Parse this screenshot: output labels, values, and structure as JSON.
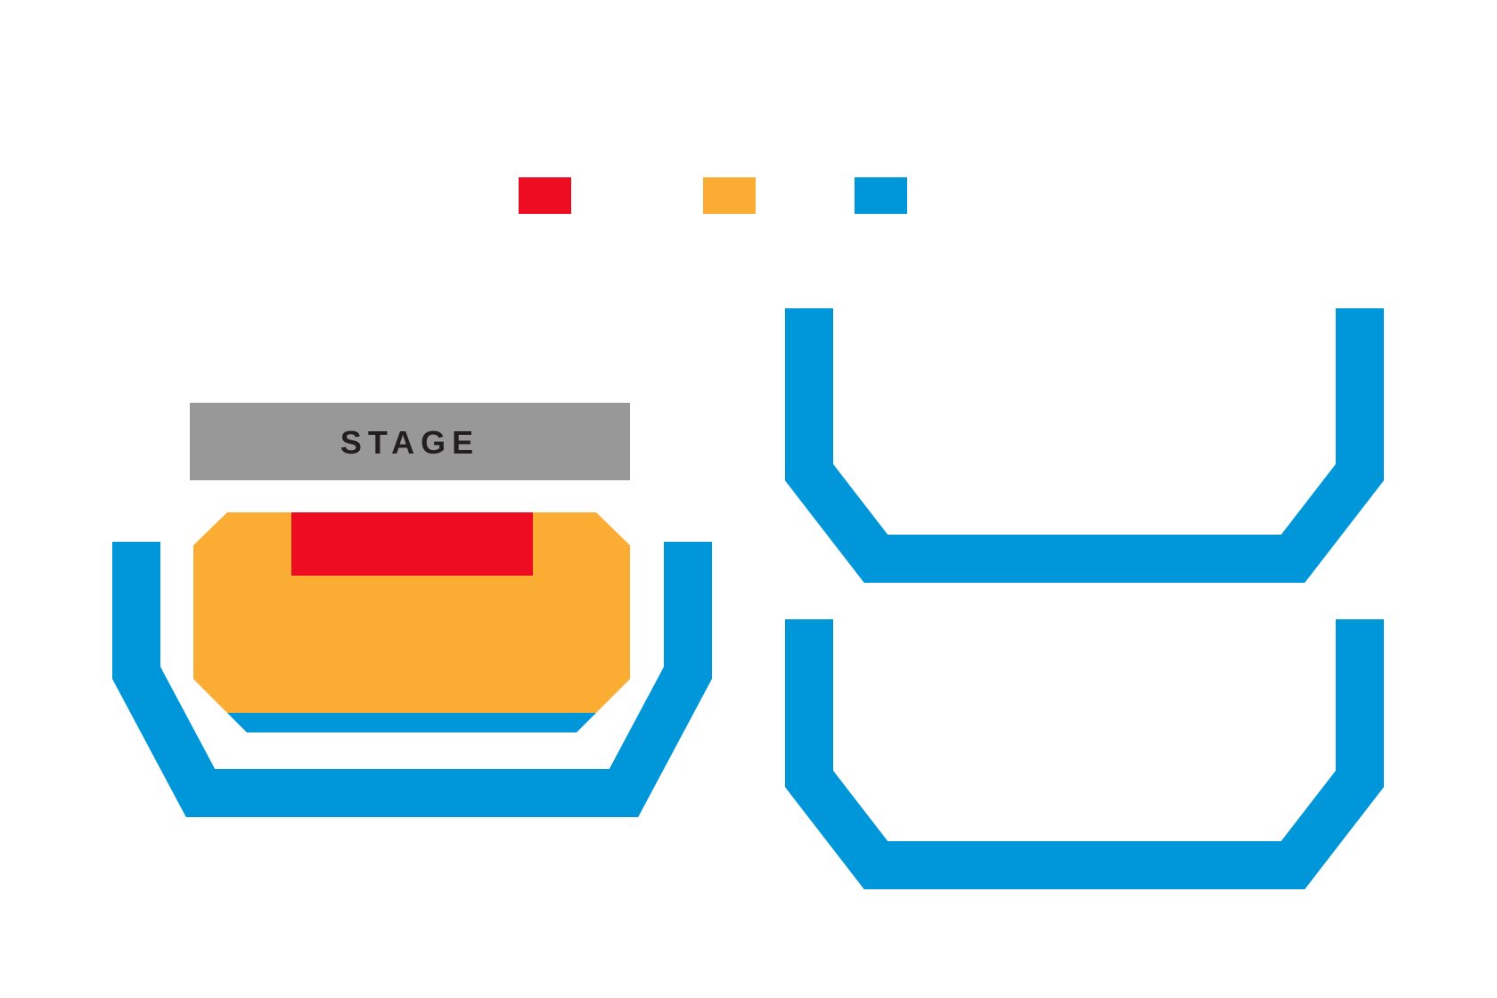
{
  "page": {
    "background": "#ffffff"
  },
  "colors": {
    "red": "#ed0c22",
    "orange": "#fbac33",
    "blue": "#0096da",
    "stage_gray": "#989898",
    "stage_text": "#231f20"
  },
  "legend": {
    "swatches": [
      {
        "name": "red-section-swatch",
        "color": "#ed0c22"
      },
      {
        "name": "orange-section-swatch",
        "color": "#fbac33"
      },
      {
        "name": "blue-section-swatch",
        "color": "#0096da"
      }
    ]
  },
  "stage": {
    "label": "STAGE"
  },
  "sections": {
    "floor": {
      "name": "floor-section",
      "color": "#fbac33"
    },
    "front": {
      "name": "front-floor-section",
      "color": "#ed0c22"
    },
    "floor_edge": {
      "name": "floor-edge-section",
      "color": "#0096da"
    },
    "left_balcony": {
      "name": "left-balcony-section",
      "color": "#0096da"
    },
    "right_balcony_upper": {
      "name": "right-balcony-upper-section",
      "color": "#0096da"
    },
    "right_balcony_lower": {
      "name": "right-balcony-lower-section",
      "color": "#0096da"
    }
  }
}
